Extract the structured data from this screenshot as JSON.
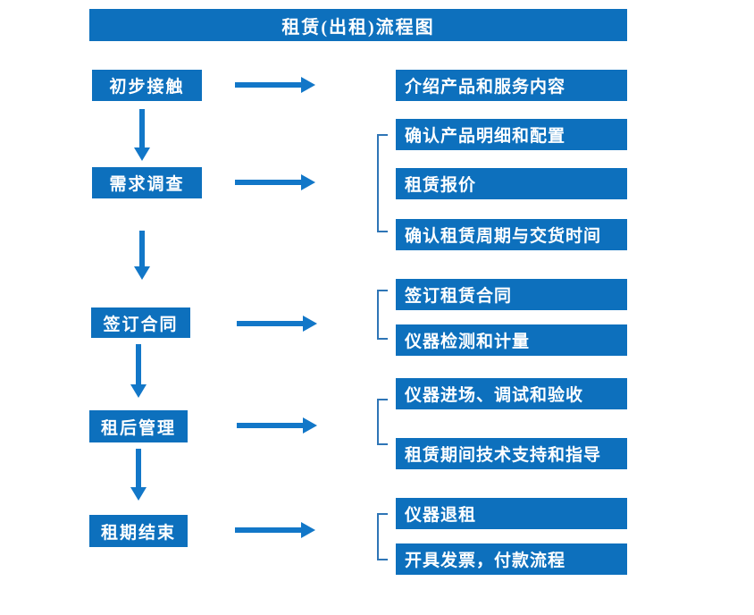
{
  "title": "租赁(出租)流程图",
  "colors": {
    "primary_blue": "#0d70bd",
    "arrow_blue": "#1277c8",
    "bracket_blue": "#2e75b6",
    "text_white": "#ffffff"
  },
  "left_steps": [
    {
      "label": "初步接触"
    },
    {
      "label": "需求调查"
    },
    {
      "label": "签订合同"
    },
    {
      "label": "租后管理"
    },
    {
      "label": "租期结束"
    }
  ],
  "right_items": [
    {
      "label": "介绍产品和服务内容"
    },
    {
      "label": "确认产品明细和配置"
    },
    {
      "label": "租赁报价"
    },
    {
      "label": "确认租赁周期与交货时间"
    },
    {
      "label": "签订租赁合同"
    },
    {
      "label": "仪器检测和计量"
    },
    {
      "label": "仪器进场、调试和验收"
    },
    {
      "label": "租赁期间技术支持和指导"
    },
    {
      "label": "仪器退租"
    },
    {
      "label": "开具发票，付款流程"
    }
  ]
}
